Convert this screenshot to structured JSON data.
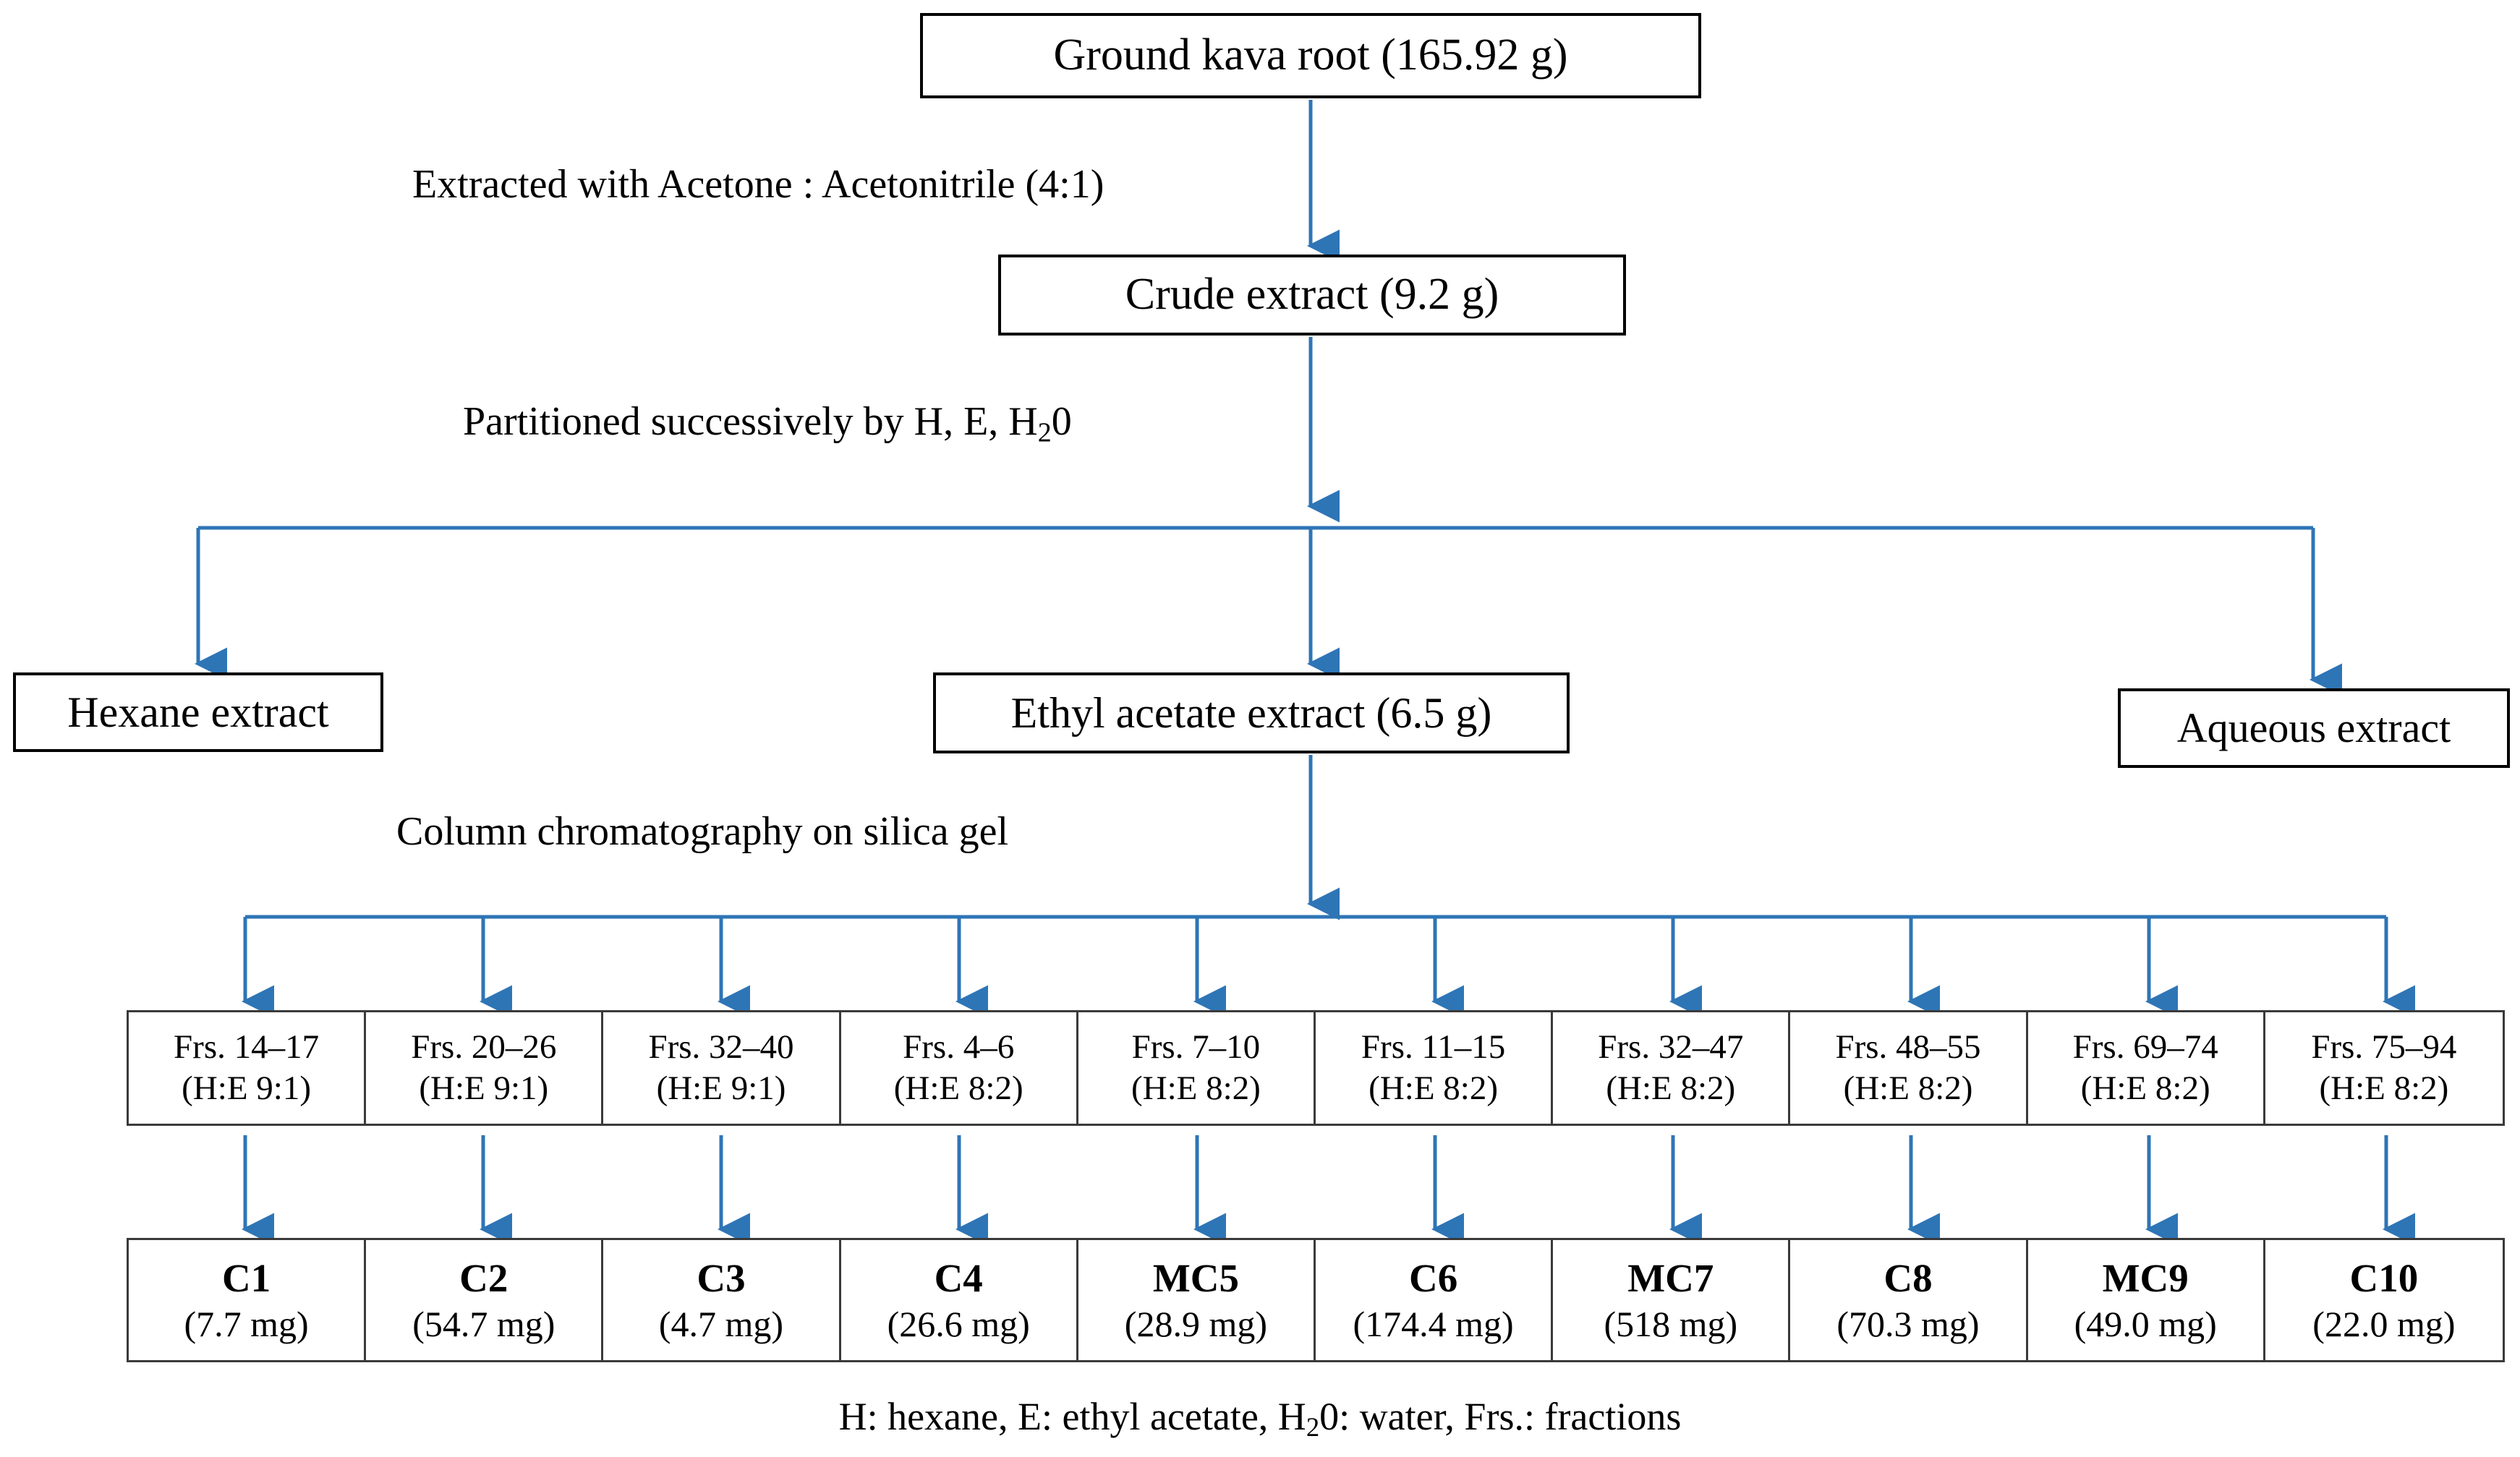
{
  "figure": {
    "type": "flowchart",
    "title": "Extraction and isolation scheme of compounds from ground kava root",
    "accent_color": "#2E75B6",
    "box_border_color": "#000000",
    "table_border_color": "#3A3A3A",
    "background_color": "#FFFFFF"
  },
  "nodes": {
    "ground_kava_root": "Ground kava root (165.92 g)",
    "crude_extract": "Crude extract (9.2 g)",
    "hexane_extract": "Hexane extract",
    "ethyl_acetate_extract": "Ethyl acetate extract (6.5 g)",
    "aqueous_extract": "Aqueous extract"
  },
  "process_labels": {
    "extraction": "Extracted with Acetone : Acetonitrile (4:1)",
    "partition_prefix": "Partitioned successively by H, E, H",
    "partition_sub": "2",
    "partition_suffix": "0",
    "chromatography": "Column chromatography on silica gel"
  },
  "fractions": [
    {
      "range": "Frs. 14–17",
      "solvent": "(H:E 9:1)"
    },
    {
      "range": "Frs. 20–26",
      "solvent": "(H:E 9:1)"
    },
    {
      "range": "Frs. 32–40",
      "solvent": "(H:E 9:1)"
    },
    {
      "range": "Frs. 4–6",
      "solvent": "(H:E 8:2)"
    },
    {
      "range": "Frs. 7–10",
      "solvent": "(H:E 8:2)"
    },
    {
      "range": "Frs. 11–15",
      "solvent": "(H:E 8:2)"
    },
    {
      "range": "Frs. 32–47",
      "solvent": "(H:E 8:2)"
    },
    {
      "range": "Frs. 48–55",
      "solvent": "(H:E 8:2)"
    },
    {
      "range": "Frs. 69–74",
      "solvent": "(H:E 8:2)"
    },
    {
      "range": "Frs. 75–94",
      "solvent": "(H:E 8:2)"
    }
  ],
  "compounds": [
    {
      "name": "C1",
      "amount": "(7.7 mg)"
    },
    {
      "name": "C2",
      "amount": "(54.7 mg)"
    },
    {
      "name": "C3",
      "amount": "(4.7 mg)"
    },
    {
      "name": "C4",
      "amount": "(26.6 mg)"
    },
    {
      "name": "MC5",
      "amount": "(28.9 mg)"
    },
    {
      "name": "C6",
      "amount": "(174.4 mg)"
    },
    {
      "name": "MC7",
      "amount": "(518 mg)"
    },
    {
      "name": "C8",
      "amount": "(70.3 mg)"
    },
    {
      "name": "MC9",
      "amount": "(49.0 mg)"
    },
    {
      "name": "C10",
      "amount": "(22.0 mg)"
    }
  ],
  "footnote": {
    "prefix": "H: hexane, E: ethyl acetate, H",
    "sub": "2",
    "suffix": "0: water, Frs.: fractions"
  }
}
